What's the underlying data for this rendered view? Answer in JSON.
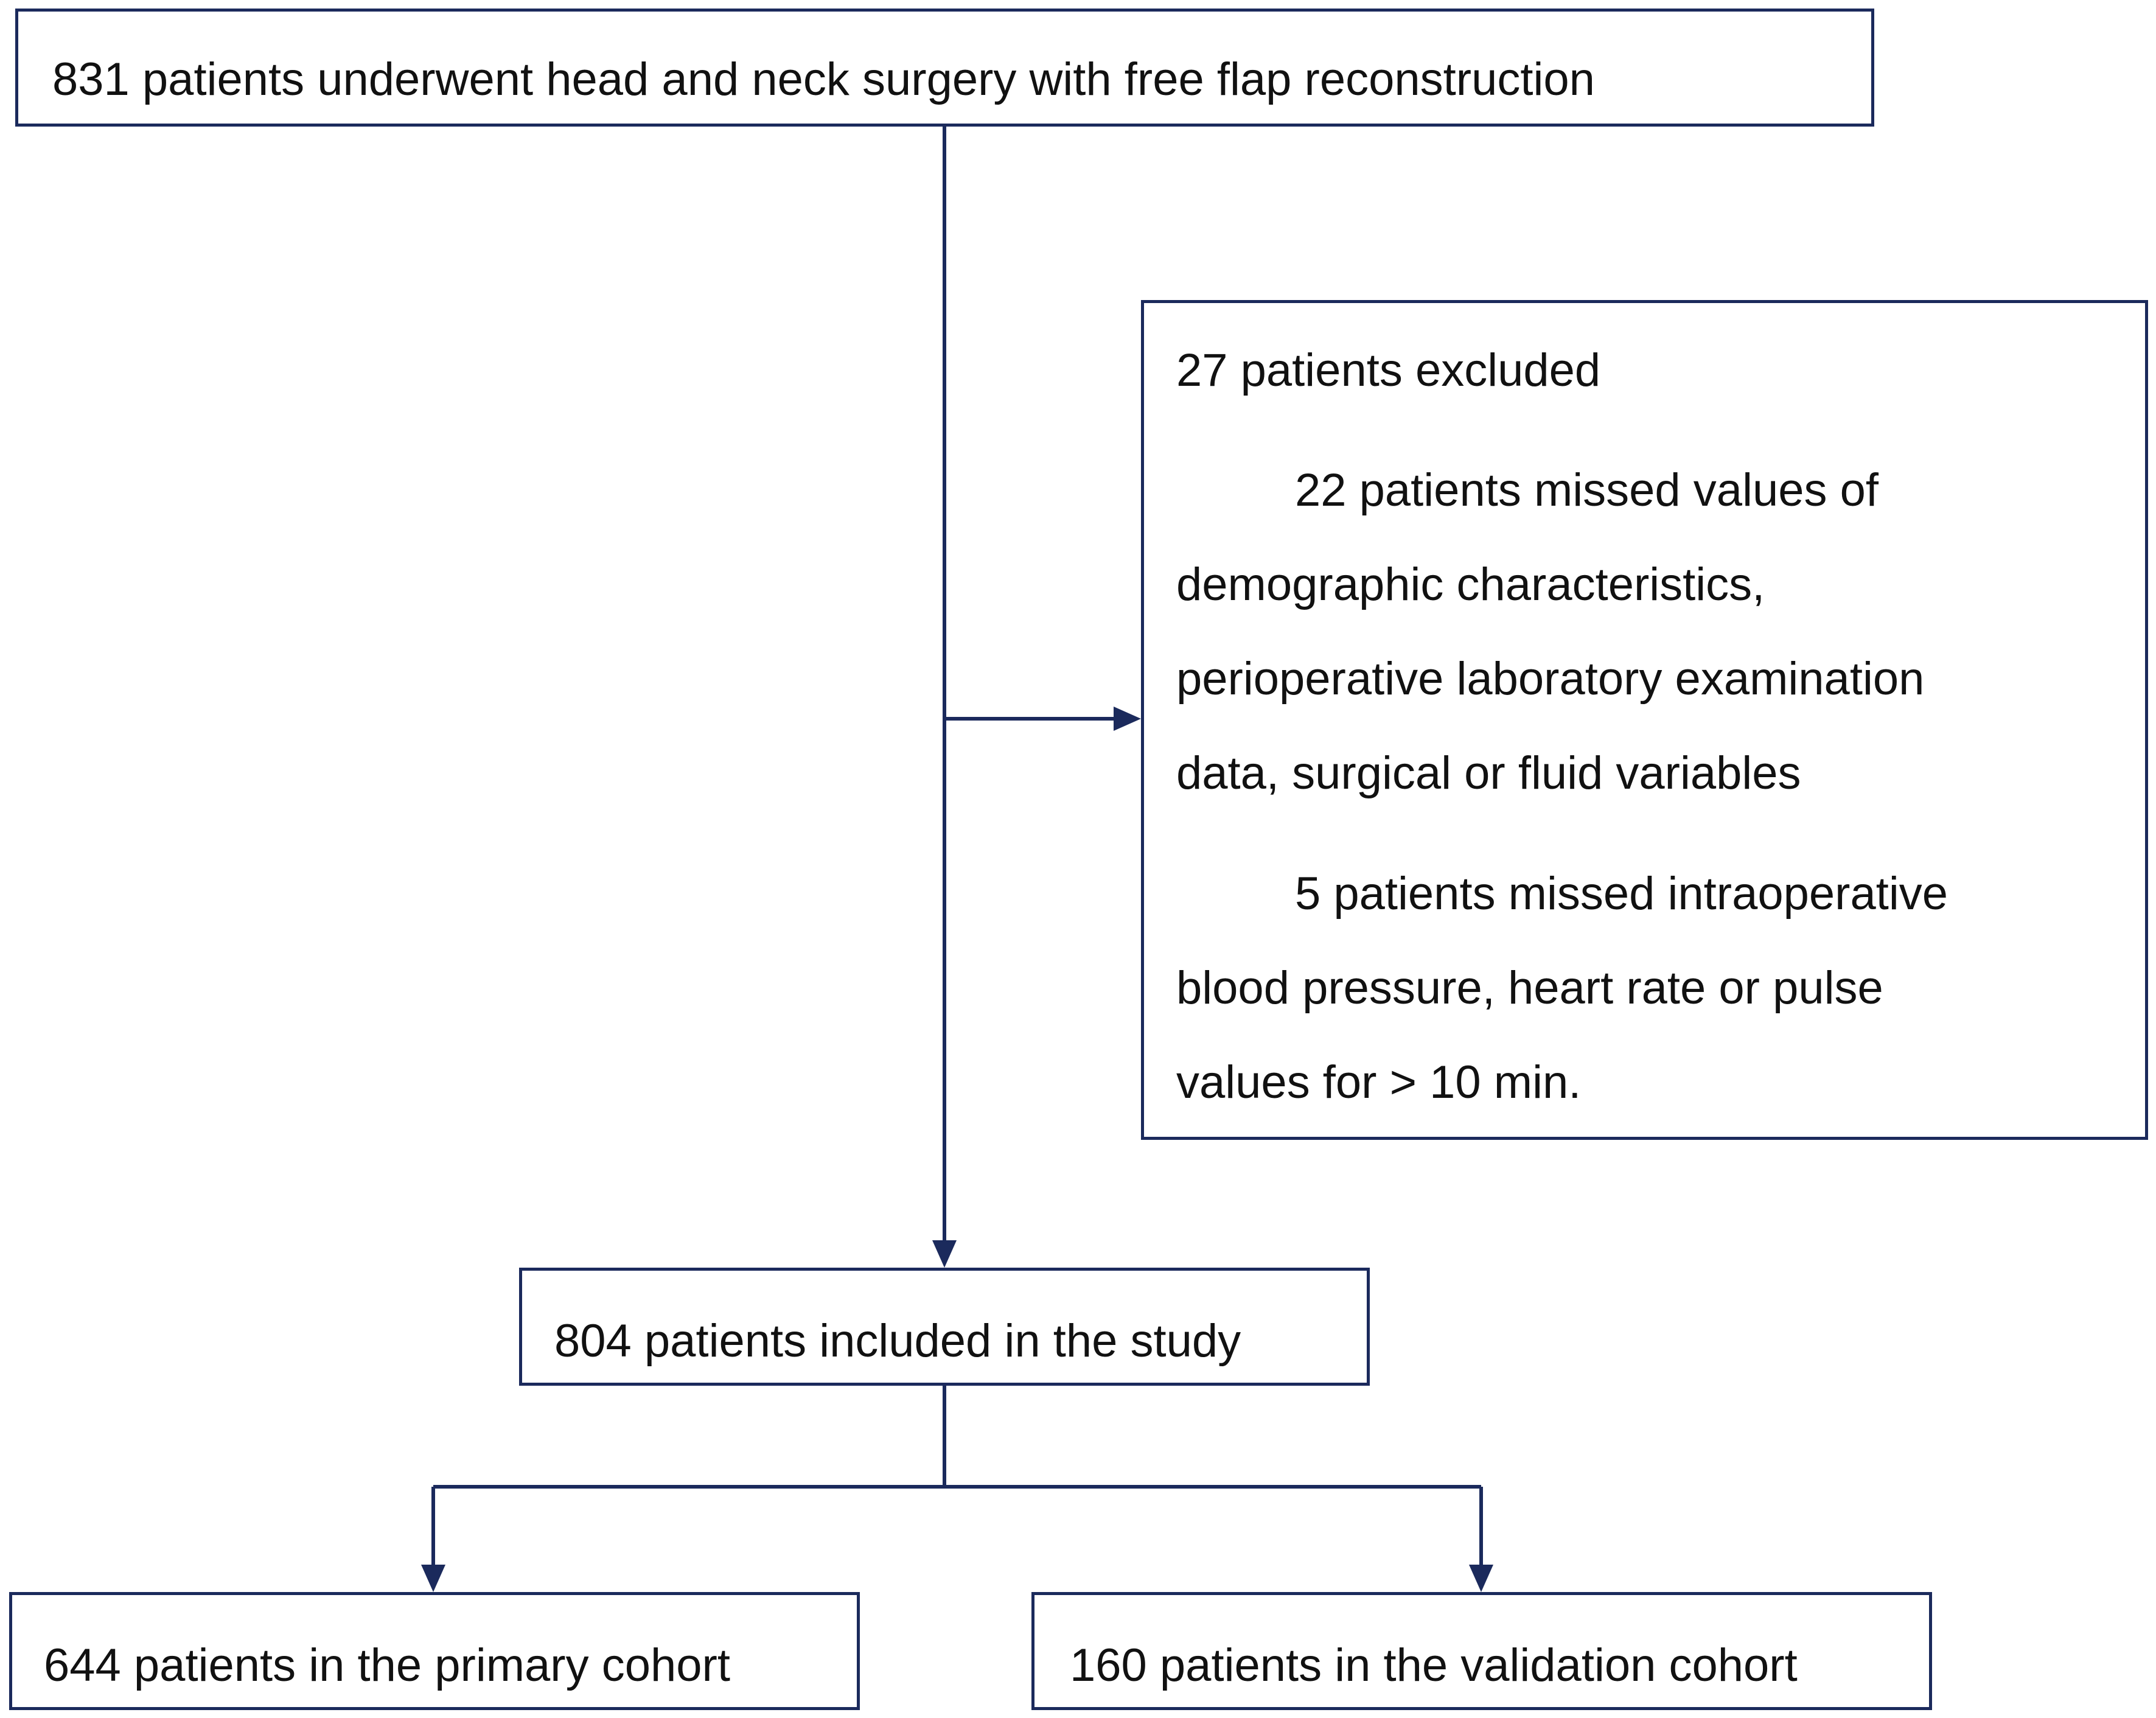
{
  "diagram": {
    "nodes": {
      "start": "831 patients underwent head and neck surgery with free flap reconstruction",
      "excluded": {
        "title": "27 patients excluded",
        "reason1_lines": [
          "22 patients missed values of",
          "demographic characteristics,",
          "perioperative laboratory examination",
          "data, surgical or fluid variables"
        ],
        "reason2_lines": [
          "5 patients missed intraoperative",
          "blood pressure, heart rate or pulse",
          "values for > 10 min."
        ]
      },
      "included": "804 patients included in the study",
      "primary": "644 patients in the primary cohort",
      "validation": "160 patients in the validation cohort"
    },
    "edges": [
      {
        "from": "start",
        "to": "included"
      },
      {
        "from": "start",
        "to": "excluded"
      },
      {
        "from": "included",
        "to": "primary"
      },
      {
        "from": "included",
        "to": "validation"
      }
    ],
    "colors": {
      "line": "#1b2a5c",
      "border": "#1b2a5c",
      "text": "#111111"
    }
  }
}
